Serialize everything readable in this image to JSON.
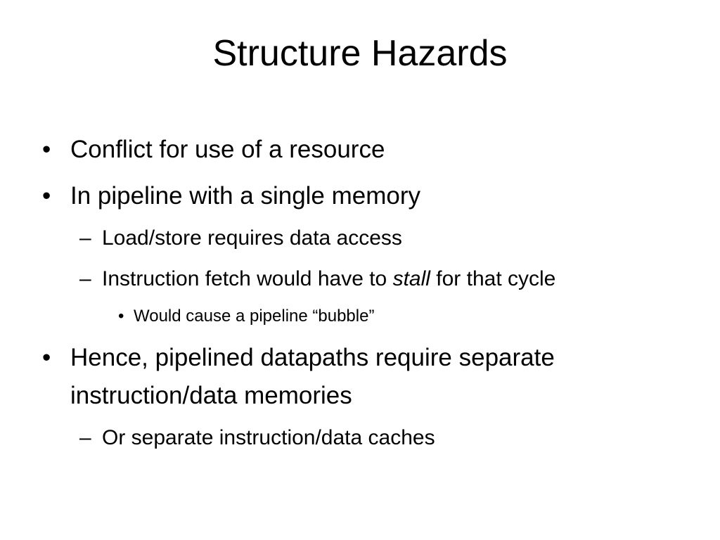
{
  "slide": {
    "title": "Structure Hazards",
    "bullets": {
      "b1": {
        "marker": "•",
        "text": "Conflict for use of a resource"
      },
      "b2": {
        "marker": "•",
        "text": "In pipeline with a single memory",
        "sub1": {
          "marker": "–",
          "text": "Load/store requires data access"
        },
        "sub2": {
          "marker": "–",
          "text_before": "Instruction fetch would have to",
          "text_em": "stall",
          "text_after": "for that cycle",
          "sub1": {
            "marker": "•",
            "text": "Would cause a pipeline “bubble”"
          }
        }
      },
      "b3": {
        "marker": "•",
        "line1": "Hence, pipelined datapaths require separate",
        "line2": "instruction/data memories",
        "sub1": {
          "marker": "–",
          "text": "Or separate instruction/data caches"
        }
      }
    }
  }
}
